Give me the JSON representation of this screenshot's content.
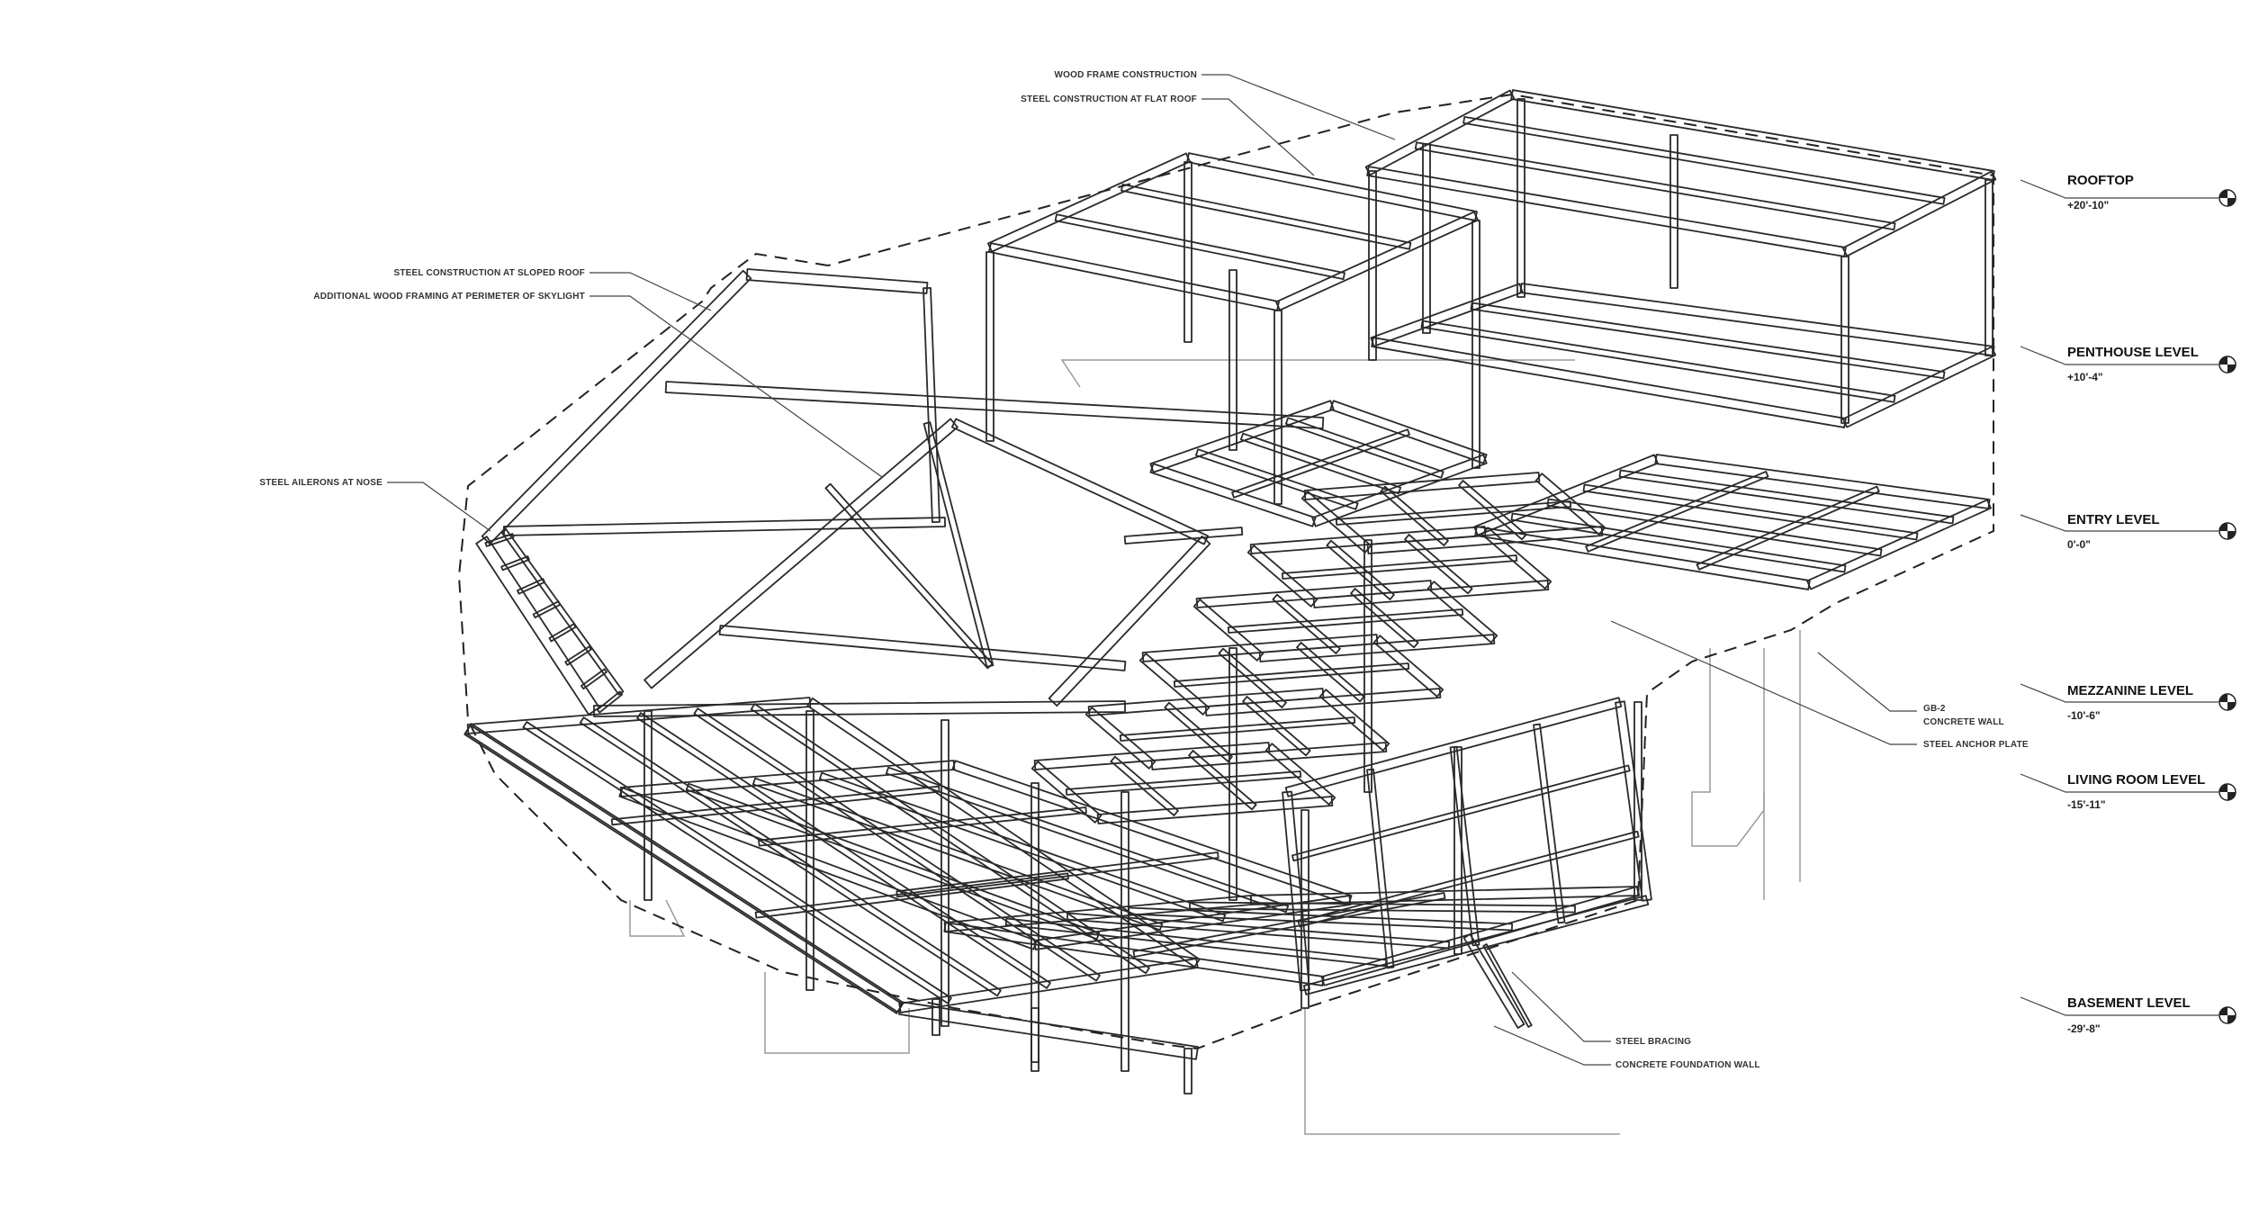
{
  "callouts": {
    "wood_frame": "WOOD FRAME CONSTRUCTION",
    "steel_flat_roof": "STEEL CONSTRUCTION AT FLAT ROOF",
    "steel_sloped_roof": "STEEL CONSTRUCTION AT SLOPED ROOF",
    "additional_wood": "ADDITIONAL WOOD FRAMING AT PERIMETER OF SKYLIGHT",
    "steel_ailerons": "STEEL AILERONS AT NOSE",
    "gb2_line1": "GB-2",
    "gb2_line2": "CONCRETE WALL",
    "anchor_plate": "STEEL ANCHOR PLATE",
    "steel_bracing": "STEEL BRACING",
    "foundation_wall": "CONCRETE FOUNDATION WALL"
  },
  "levels": [
    {
      "name": "ROOFTOP",
      "elevation": "+20'-10\""
    },
    {
      "name": "PENTHOUSE LEVEL",
      "elevation": "+10'-4\""
    },
    {
      "name": "ENTRY LEVEL",
      "elevation": "0'-0\""
    },
    {
      "name": "MEZZANINE LEVEL",
      "elevation": "-10'-6\""
    },
    {
      "name": "LIVING ROOM LEVEL",
      "elevation": "-15'-11\""
    },
    {
      "name": "BASEMENT LEVEL",
      "elevation": "-29'-8\""
    }
  ],
  "colors": {
    "stroke": "#2a2a2a",
    "foundation": "#9a9a9a",
    "leader": "#444444"
  }
}
